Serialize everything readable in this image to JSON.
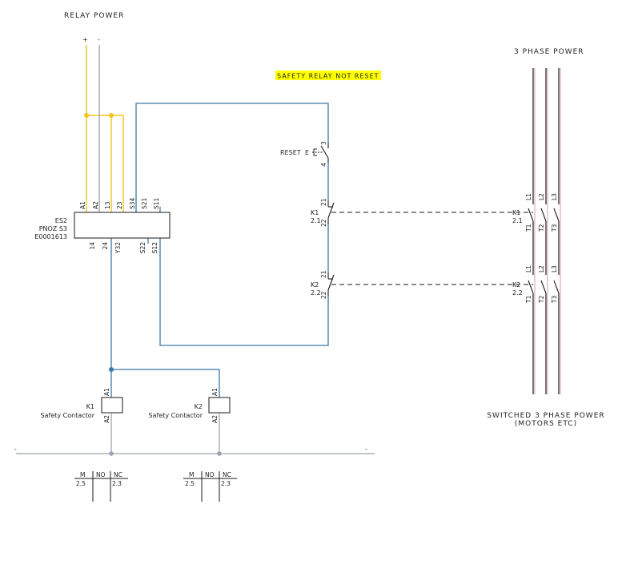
{
  "labels": {
    "relay_power": "RELAY POWER",
    "plus": "+",
    "minus": "-",
    "three_phase_power": "3 PHASE POWER",
    "safety_relay_status": "SAFETY RELAY NOT RESET",
    "switched_power_line1": "SWITCHED 3 PHASE POWER",
    "switched_power_line2": "(MOTORS ETC)",
    "reset": "RESET",
    "reset_e": "E"
  },
  "safety_relay": {
    "tag": "ES2",
    "model": "PNOZ S3",
    "part": "E0001613",
    "top_terminals": [
      "A1",
      "A2",
      "13",
      "23",
      "S34",
      "S21",
      "S11"
    ],
    "bottom_terminals": [
      "14",
      "24",
      "Y32",
      "S22",
      "S12"
    ]
  },
  "reset_contact": {
    "top": "3",
    "bottom": "4"
  },
  "contacts": [
    {
      "tag": "K1",
      "ref": "2.1",
      "top": "21",
      "bottom": "22"
    },
    {
      "tag": "K2",
      "ref": "2.2",
      "top": "21",
      "bottom": "22"
    }
  ],
  "main_contacts": [
    {
      "tag": "K1",
      "ref": "2.1",
      "lines": [
        "L1",
        "L2",
        "L3"
      ],
      "loads": [
        "T1",
        "T2",
        "T3"
      ]
    },
    {
      "tag": "K2",
      "ref": "2.2",
      "lines": [
        "L1",
        "L2",
        "L3"
      ],
      "loads": [
        "T1",
        "T2",
        "T3"
      ]
    }
  ],
  "coils": [
    {
      "tag": "K1",
      "desc": "Safety Contactor",
      "a1": "A1",
      "a2": "A2"
    },
    {
      "tag": "K2",
      "desc": "Safety Contactor",
      "a1": "A1",
      "a2": "A2"
    }
  ],
  "rail_marks": {
    "left": "-",
    "right": "-"
  },
  "contact_tables": [
    {
      "m": "M",
      "no": "NO",
      "nc": "NC",
      "m_ref": "2.5",
      "nc_ref": "2.3"
    },
    {
      "m": "M",
      "no": "NO",
      "nc": "NC",
      "m_ref": "2.5",
      "nc_ref": "2.3"
    }
  ],
  "colors": {
    "positive": "#f0c419",
    "negative": "#9aa3ad",
    "signal": "#3a78a8",
    "black": "#1a1a1a",
    "highlight": "#ffff00"
  }
}
